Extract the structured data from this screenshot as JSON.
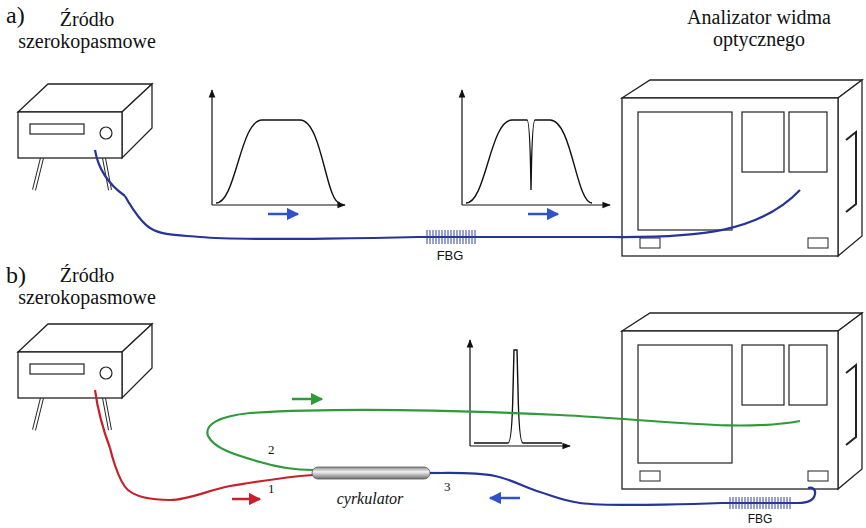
{
  "diagram": {
    "nodes": [
      {
        "text": [
          "Źródło szerokopasmowe"
        ]
      },
      {
        "text": [
          "FBG"
        ]
      },
      {
        "text": [
          "Analizator widma optycznego"
        ]
      },
      {
        "text": [
          "Źródło szerokopasmowe"
        ]
      },
      {
        "text": [
          "cyrkulator"
        ]
      },
      {
        "text": [
          "FBG"
        ]
      }
    ],
    "edges": [
      {
        "from": 0,
        "to": 1,
        "arrow": "none"
      },
      {
        "from": 1,
        "to": 2,
        "arrow": "none"
      },
      {
        "from": 3,
        "to": 4,
        "arrow": "none"
      },
      {
        "from": 4,
        "to": 5,
        "arrow": "none"
      }
    ],
    "labels": [
      "a)",
      "b)",
      "1",
      "2",
      "3"
    ]
  }
}
